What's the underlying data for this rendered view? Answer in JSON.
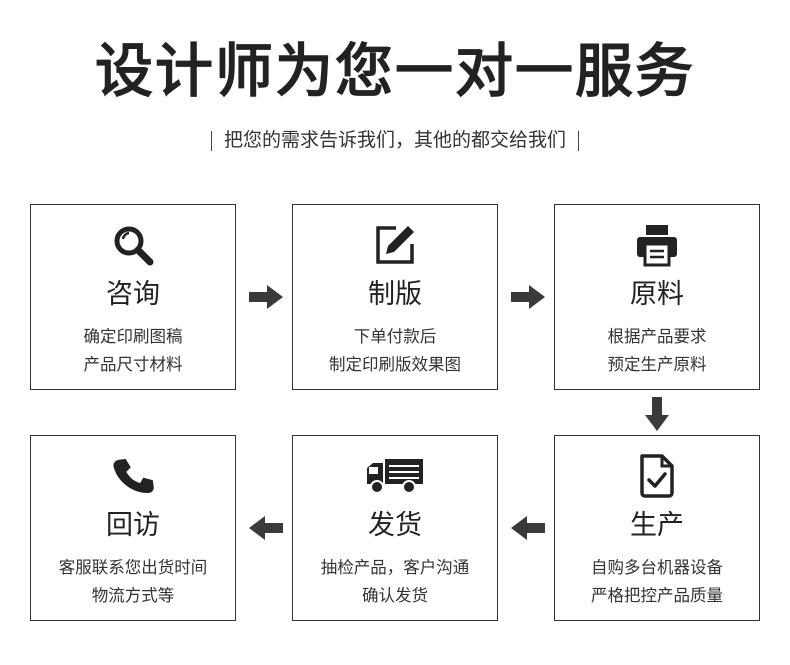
{
  "title": "设计师为您一对一服务",
  "subtitle": "把您的需求告诉我们，其他的都交给我们",
  "steps": [
    {
      "icon": "search-icon",
      "name": "咨询",
      "lines": [
        "确定印刷图稿",
        "产品尺寸材料"
      ]
    },
    {
      "icon": "edit-icon",
      "name": "制版",
      "lines": [
        "下单付款后",
        "制定印刷版效果图"
      ]
    },
    {
      "icon": "printer-icon",
      "name": "原料",
      "lines": [
        "根据产品要求",
        "预定生产原料"
      ]
    },
    {
      "icon": "document-check-icon",
      "name": "生产",
      "lines": [
        "自购多台机器设备",
        "严格把控产品质量"
      ]
    },
    {
      "icon": "delivery-truck-icon",
      "name": "发货",
      "lines": [
        "抽检产品，客户沟通",
        "确认发货"
      ]
    },
    {
      "icon": "phone-icon",
      "name": "回访",
      "lines": [
        "客服联系您出货时间",
        "物流方式等"
      ]
    }
  ],
  "colors": {
    "text": "#222222",
    "border": "#333333",
    "arrow": "#3a3a3a"
  }
}
